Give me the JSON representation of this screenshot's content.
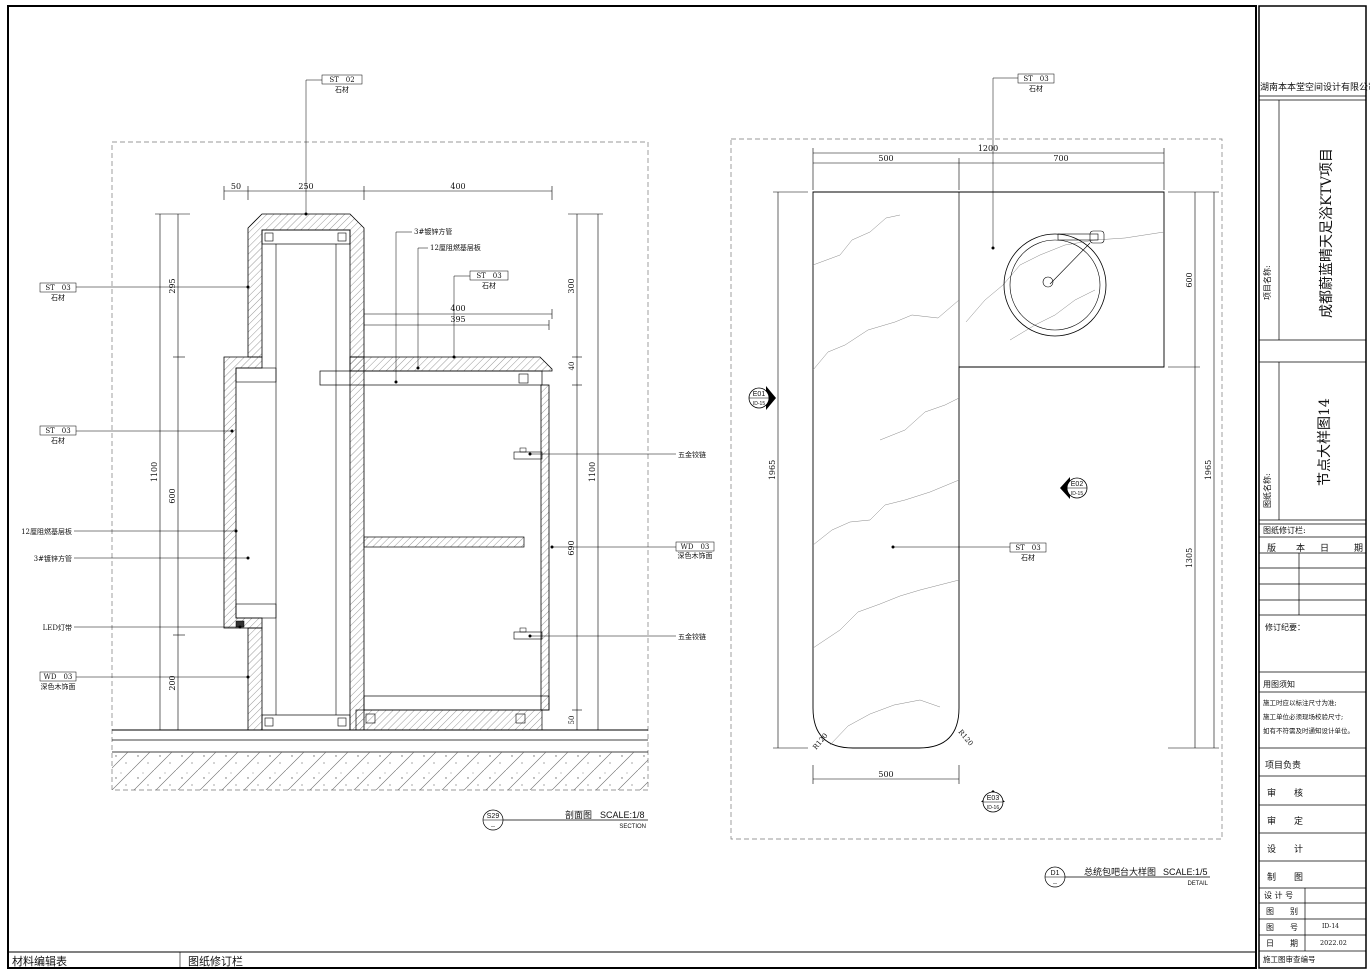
{
  "company": "湖南本本堂空间设计有限公司",
  "project": {
    "label": "项目名称:",
    "name": "成都蔚蓝晴天足浴KTV项目"
  },
  "drawing": {
    "label": "图纸名称:",
    "name": "节点大样图14"
  },
  "revision": {
    "title": "图纸修订栏:",
    "cols": [
      "版",
      "本",
      "日",
      "期"
    ],
    "summary_label": "修订纪要："
  },
  "usage": {
    "title": "用图须知",
    "lines": [
      "施工时应以标注尺寸为准;",
      "施工单位必须现场校验尺寸;",
      "如有不符需及时通知设计单位。"
    ]
  },
  "signoff": [
    {
      "label": "项目负责",
      "value": ""
    },
    {
      "label": "审　　核",
      "value": ""
    },
    {
      "label": "审　　定",
      "value": ""
    },
    {
      "label": "设　　计",
      "value": ""
    },
    {
      "label": "制　　图",
      "value": ""
    }
  ],
  "info": [
    {
      "label": "设 计 号",
      "value": ""
    },
    {
      "label": "图　　别",
      "value": ""
    },
    {
      "label": "图　　号",
      "value": "ID-14"
    },
    {
      "label": "日　　期",
      "value": "2022.02"
    },
    {
      "label": "施工图审查编号",
      "value": ""
    }
  ],
  "bottom": {
    "materials": "材料编辑表",
    "revision": "图纸修订栏"
  },
  "section": {
    "tag_id": "S29",
    "tag_sub": "--",
    "title": "剖面图",
    "scale": "SCALE:1/8",
    "sub": "SECTION",
    "dims_top": [
      "50",
      "250",
      "400"
    ],
    "dims_inner": [
      "400",
      "395"
    ],
    "dims_left_outer": "1100",
    "dims_left_inner": [
      "295",
      "600",
      "200"
    ],
    "dims_right_outer": "1100",
    "dims_right_inner": [
      "300",
      "40",
      "690",
      "50"
    ],
    "labels": {
      "st02_code": "ST　02",
      "st02_name": "石材",
      "st03_code": "ST　03",
      "st03_name": "石材",
      "wd03_code": "WD　03",
      "wd03_name": "深色木饰面",
      "pipe": "3#镀锌方管",
      "board": "12厘阻燃基层板",
      "hinge": "五金铰链",
      "led": "LED灯带"
    }
  },
  "detail": {
    "tag_id": "D1",
    "tag_sub": "--",
    "title": "总统包吧台大样图",
    "scale": "SCALE:1/5",
    "sub": "DETAIL",
    "dim_total_w": "1200",
    "dim_top": [
      "500",
      "700"
    ],
    "dim_bottom": "500",
    "dim_left": "1965",
    "dim_right_outer": "1965",
    "dim_right_inner": [
      "600",
      "1305"
    ],
    "radius": "R120",
    "st03_code": "ST　03",
    "st03_name": "石材",
    "elev": [
      {
        "id": "E01",
        "ref": "ID-15"
      },
      {
        "id": "E02",
        "ref": "ID-15"
      },
      {
        "id": "E03",
        "ref": "ID-16"
      }
    ]
  }
}
